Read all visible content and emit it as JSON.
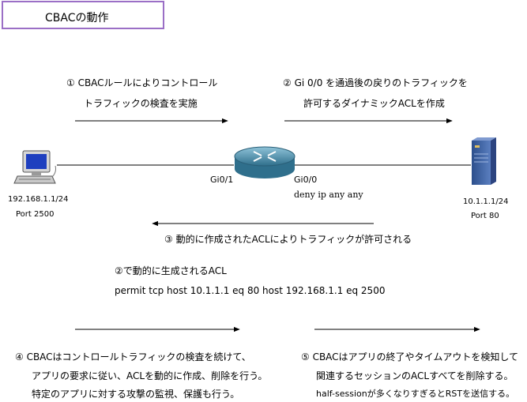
{
  "title": "CBACの動作",
  "steps": {
    "s1": {
      "line1": "①  CBACルールによりコントロール",
      "line2": "トラフィックの検査を実施"
    },
    "s2": {
      "line1": "②  Gi 0/0 を通過後の戻りのトラフィックを",
      "line2": "許可するダイナミックACLを作成"
    },
    "s3": {
      "line1": "③ 動的に作成されたACLによりトラフィックが許可される"
    },
    "s4": {
      "line1": "④  CBACはコントロールトラフィックの検査を続けて、",
      "line2": "アプリの要求に従い、ACLを動的に作成、削除を行う。",
      "line3": "特定のアプリに対する攻撃の監視、保護も行う。"
    },
    "s5": {
      "line1": "⑤  CBACはアプリの終了やタイムアウトを検知して",
      "line2": "関連するセッションのACLすべてを削除する。",
      "line3": "half-sessionが多くなりすぎるとRSTを送信する。"
    }
  },
  "dynamic_acl": {
    "heading": "②で動的に生成されるACL",
    "entry": "permit tcp host 10.1.1.1 eq 80  host 192.168.1.1 eq 2500"
  },
  "client": {
    "ip": "192.168.1.1/24",
    "port": "Port 2500",
    "icon": "pc-icon"
  },
  "server": {
    "ip": "10.1.1.1/24",
    "port": "Port 80",
    "icon": "server-icon"
  },
  "router": {
    "if_left": "Gi0/1",
    "if_right": "Gi0/0",
    "acl": "deny ip any any",
    "icon": "router-icon"
  },
  "colors": {
    "title_border": "#9b6fc6",
    "router": "#4a8aa8",
    "server": "#3a5f9e"
  }
}
